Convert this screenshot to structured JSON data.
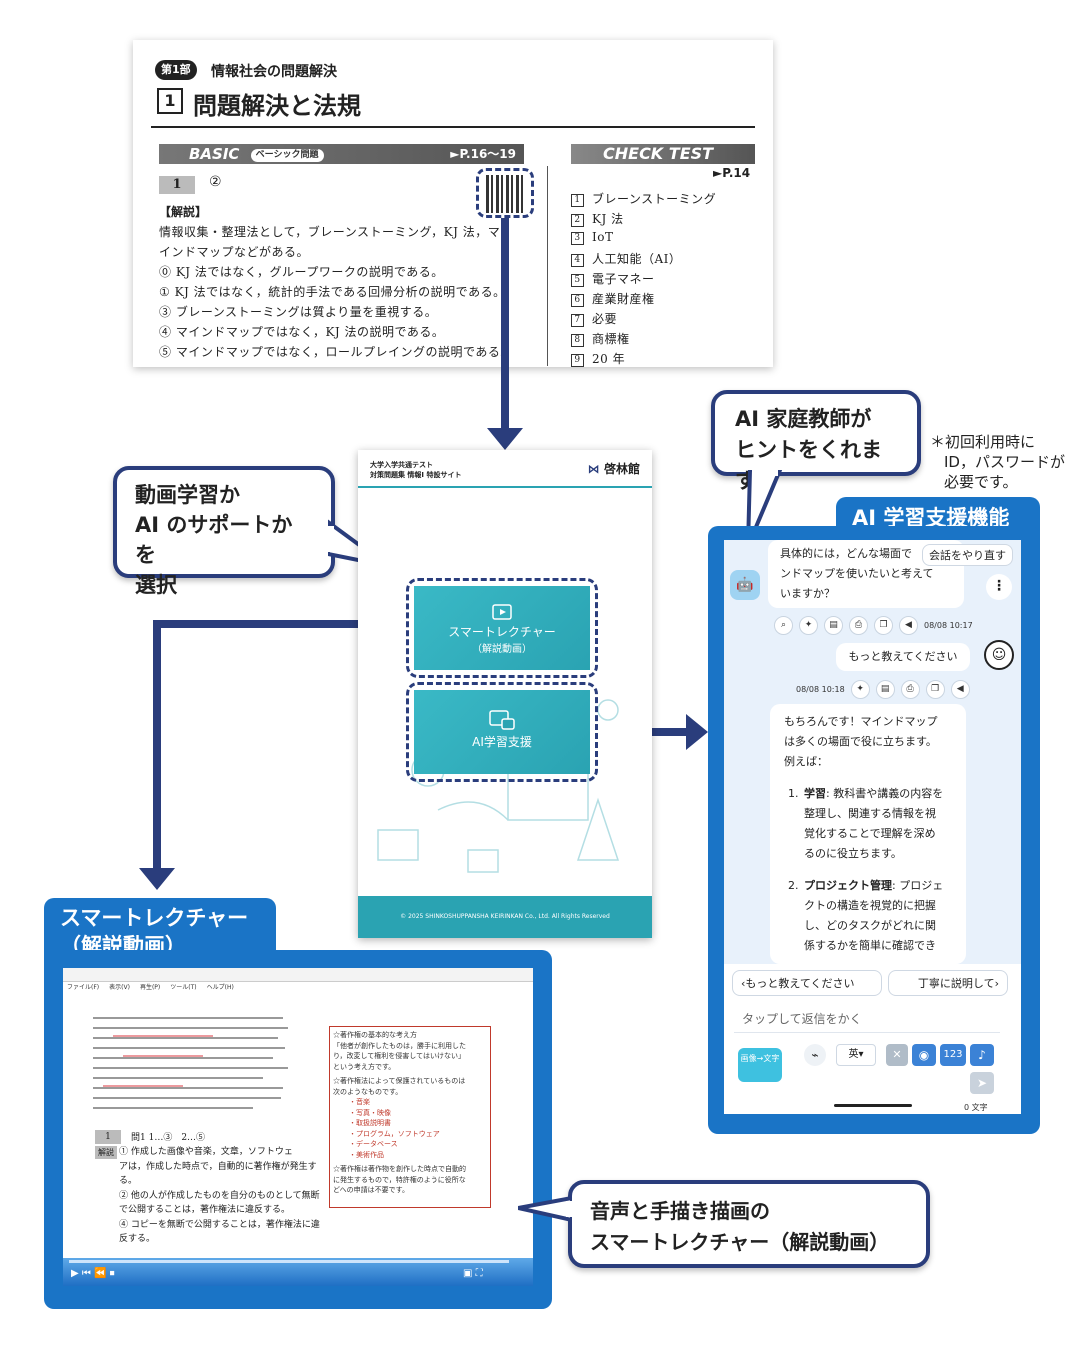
{
  "textbook": {
    "part_badge": "第1部",
    "part_title": "情報社会の問題解決",
    "chapter_number": "1",
    "chapter_title": "問題解決と法規",
    "basic_label": "BASIC",
    "basic_sub": "ベーシック問題",
    "basic_pages": "►P.16〜19",
    "check_label": "CHECK TEST",
    "check_page": "►P.14",
    "question_number": "1",
    "answer": "②",
    "explanation_heading": "【解説】",
    "explanation_lines": [
      "情報収集・整理法として，ブレーンストーミング，KJ 法，マ",
      "インドマップなどがある。",
      "⓪ KJ 法ではなく，グループワークの説明である。",
      "① KJ 法ではなく，統計的手法である回帰分析の説明である。",
      "③ ブレーンストーミングは質より量を重視する。",
      "④ マインドマップではなく，KJ 法の説明である。",
      "⑤ マインドマップではなく，ロールプレイングの説明である。"
    ],
    "check_items": [
      {
        "n": "1",
        "text": "ブレーンストーミング"
      },
      {
        "n": "2",
        "text": "KJ 法"
      },
      {
        "n": "3",
        "text": "IoT"
      },
      {
        "n": "4",
        "text": "人工知能（AI）"
      },
      {
        "n": "5",
        "text": "電子マネー"
      },
      {
        "n": "6",
        "text": "産業財産権"
      },
      {
        "n": "7",
        "text": "必要"
      },
      {
        "n": "8",
        "text": "商標権"
      },
      {
        "n": "9",
        "text": "20 年"
      }
    ]
  },
  "bubbles": {
    "select_line1": "動画学習か",
    "select_line2": "AI のサポートかを",
    "select_line3": "選択",
    "ai_tutor_line1": "AI 家庭教師が",
    "ai_tutor_line2": "ヒントをくれます",
    "note_line1": "＊初回利用時に",
    "note_line2": "ID，パスワードが",
    "note_line3": "必要です。",
    "voice_line1": "音声と手描き描画の",
    "voice_line2": "スマートレクチャー（解説動画）"
  },
  "site": {
    "subtitle_line1": "大学入学共通テスト",
    "subtitle_line2": "対策問題集 情報Ⅰ 特設サイト",
    "logo": "啓林館",
    "smart_lecture_line1": "スマートレクチャー",
    "smart_lecture_line2": "（解説動画）",
    "ai_support": "AI学習支援",
    "footer": "© 2025 SHINKOSHUPPANSHA KEIRINKAN Co., Ltd. All Rights Reserved"
  },
  "ai_panel": {
    "tab_label": "AI 学習支援機能",
    "restart_button": "会話をやり直す",
    "bot_message_lines": [
      "具体的には，どんな場面で",
      "ンドマップを使いたいと考えて",
      "いますか？"
    ],
    "time1": "08/08 10:17",
    "user_message": "もっと教えてください",
    "time2": "08/08 10:18",
    "answer_intro": [
      "もちろんです！マインドマップ",
      "は多くの場面で役に立ちます。",
      "例えば："
    ],
    "answer_item1_head": "学習",
    "answer_item1_lines": [
      ": 教科書や講義の内容を",
      "整理し、関連する情報を視",
      "覚化することで理解を深め",
      "るのに役立ちます。"
    ],
    "answer_item2_head": "プロジェクト管理",
    "answer_item2_lines": [
      ": プロジェ",
      "クトの構造を視覚的に把握",
      "し、どのタスクがどれに関",
      "係するかを簡単に確認でき"
    ],
    "suggest1": "もっと教えてください",
    "suggest2": "丁寧に説明して",
    "input_placeholder": "タップして返信をかく",
    "image_text_button": "画像→文字",
    "lang_select": "英",
    "num_button": "123",
    "char_count": "0 文字"
  },
  "smart_lecture": {
    "tab_line1": "スマートレクチャー",
    "tab_line2": "（解説動画）",
    "menu_items": [
      "ファイル(F)",
      "表示(V)",
      "再生(P)",
      "ツール(T)",
      "ヘルプ(H)"
    ],
    "q_number": "1",
    "q_line": "問1 1…③　2…⑤",
    "kaisetsu": "解説",
    "body_lines": [
      "① 作成した画像や音楽，文章，ソフトウェ",
      "アは，作成した時点で，自動的に著作権が発生す",
      "る。",
      "② 他の人が作成したものを自分のものとして無断",
      "で公開することは，著作権法に違反する。",
      "④ コピーを無断で公開することは，著作権法に違",
      "反する。"
    ],
    "note_lines": [
      "☆著作権の基本的な考え方",
      "「他者が創作したものは，勝手に利用した",
      "り，改変して権利を侵害してはいけない」",
      "という考え方です。",
      "☆著作権法によって保護されているものは",
      "次のようなものです。",
      "・音楽",
      "・写真・映像",
      "・取扱説明書",
      "・プログラム，ソフトウェア",
      "・データベース",
      "・美術作品",
      "☆著作権は著作物を創作した時点で自動的",
      "に発生するもので，特許権のように役所な",
      "どへの申請は不要です。"
    ]
  },
  "colors": {
    "navy": "#2a3d7c",
    "blue": "#1a74c6",
    "teal": "#2aa3b2"
  }
}
